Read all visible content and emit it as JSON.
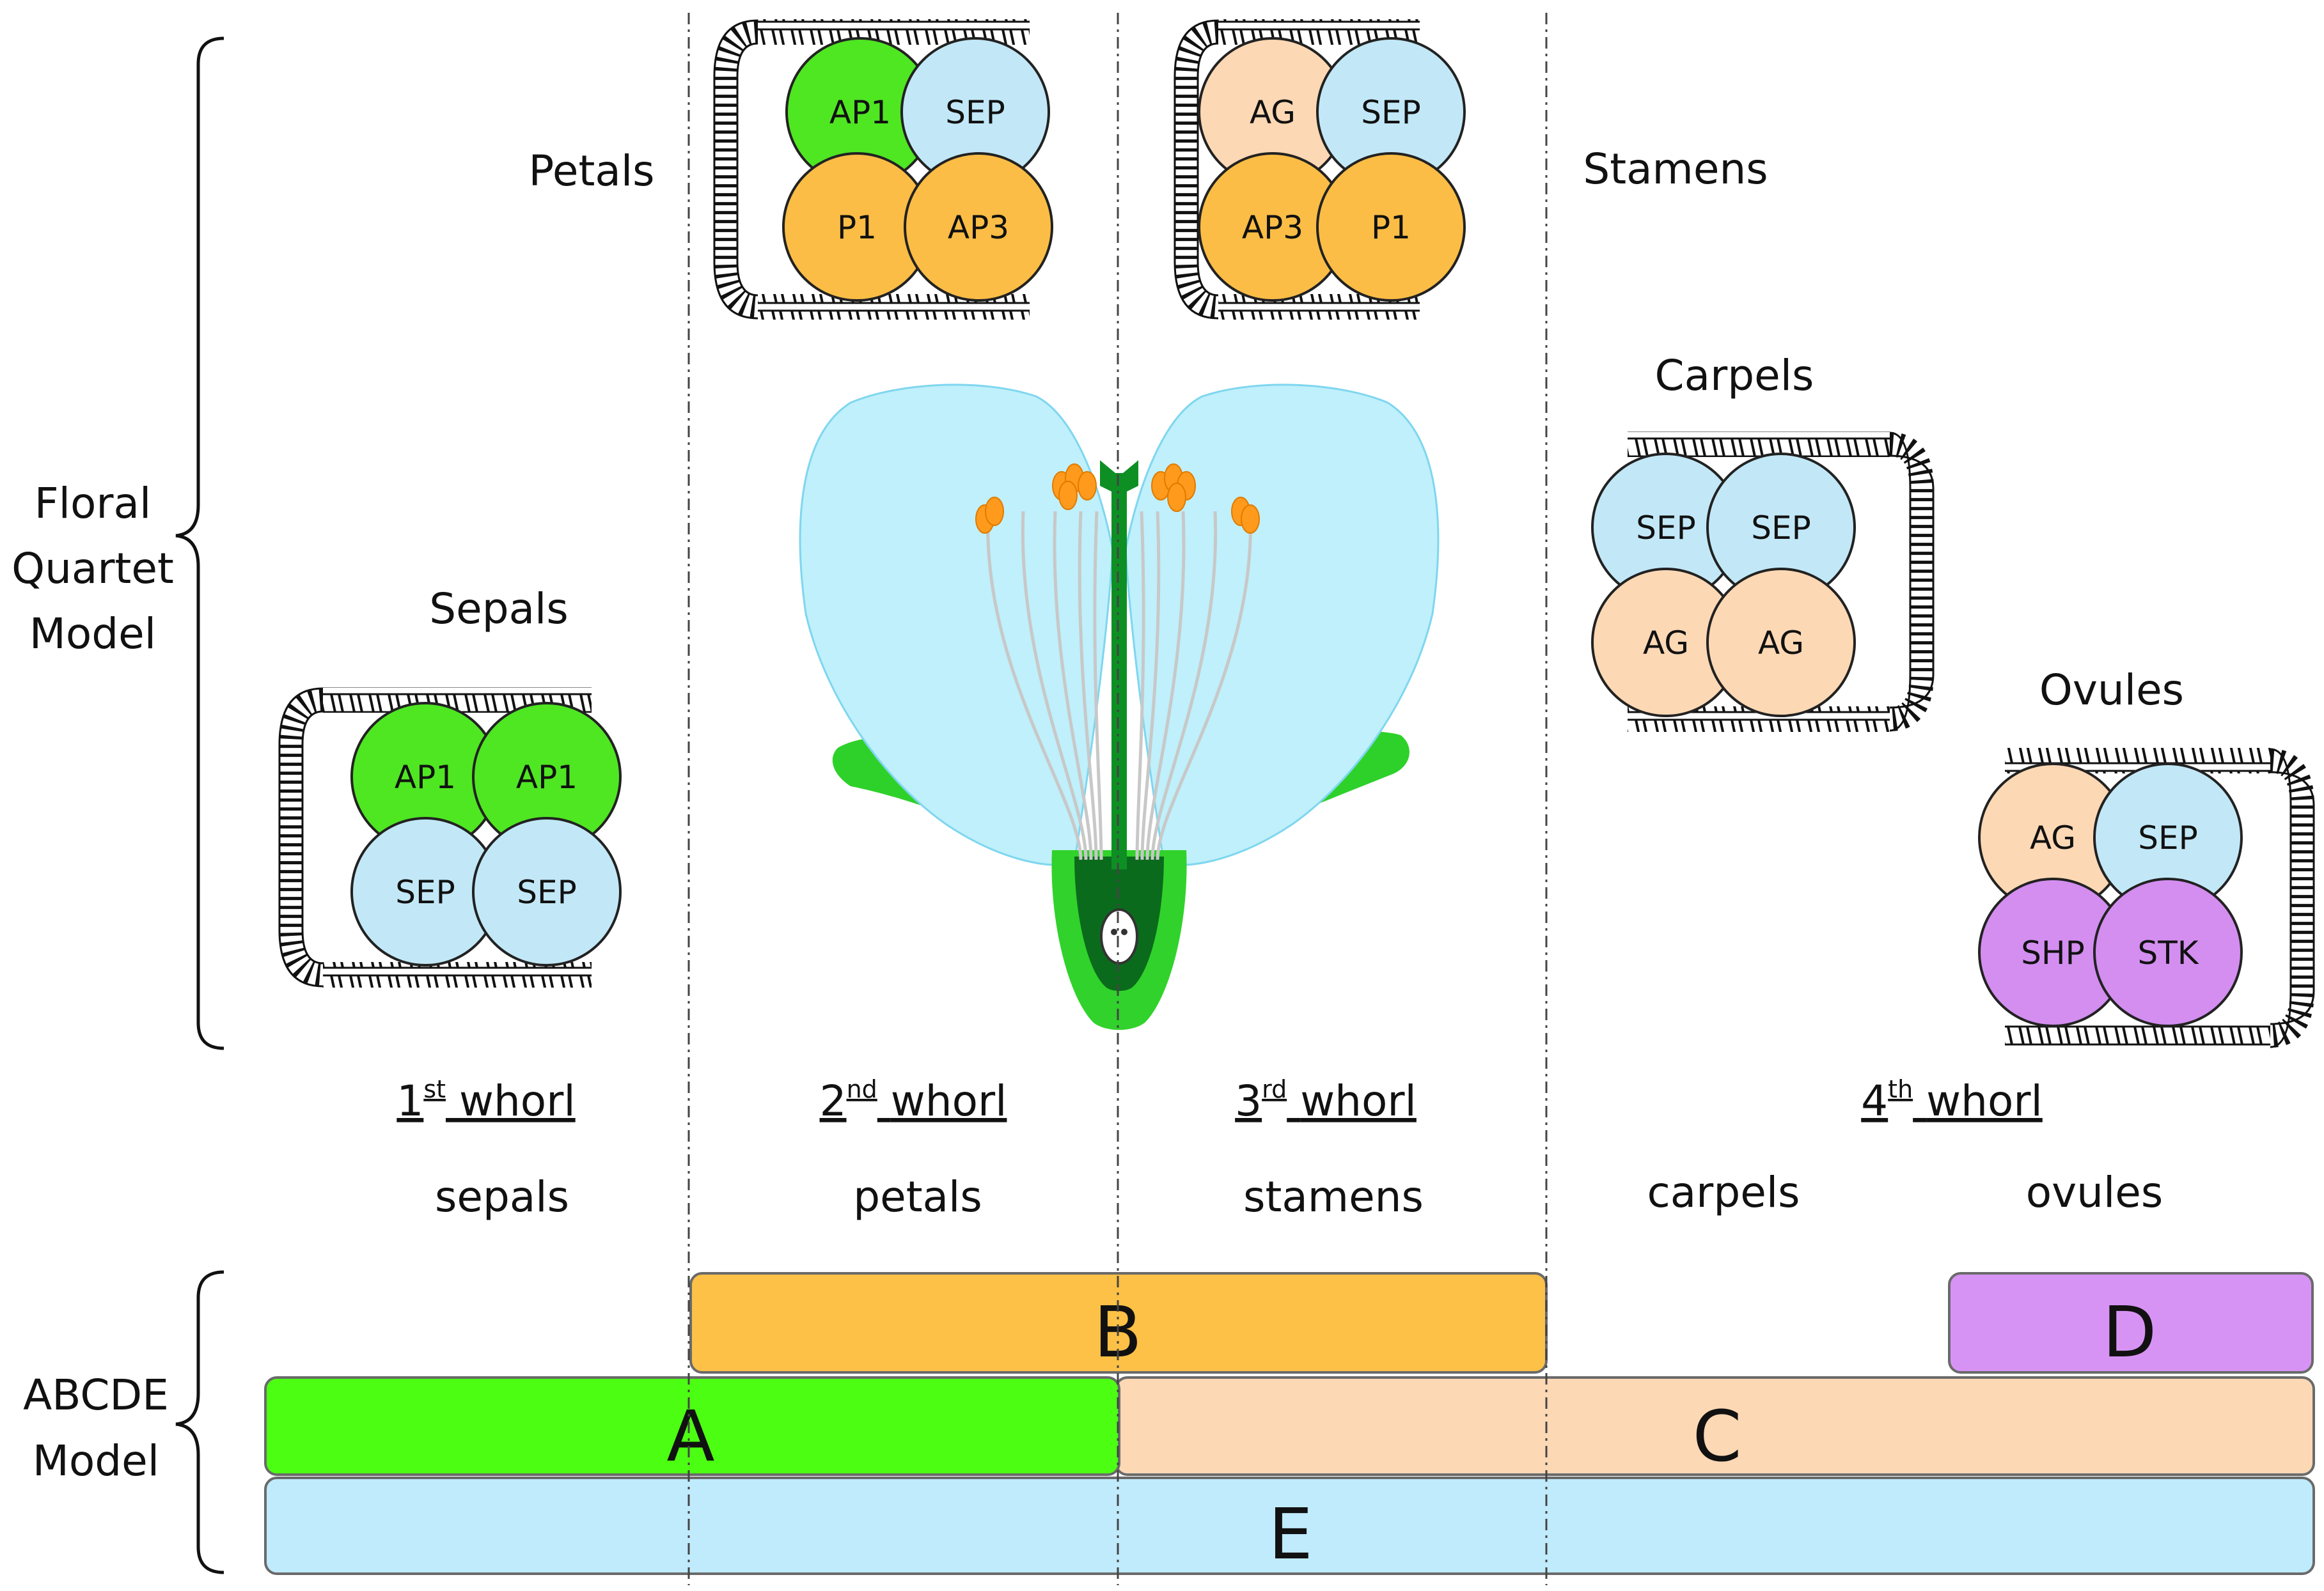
{
  "quartet_model": {
    "label_lines": [
      "Floral",
      "Quartet",
      "Model"
    ],
    "organ_labels": {
      "petals": "Petals",
      "stamens": "Stamens",
      "sepals": "Sepals",
      "carpels": "Carpels",
      "ovules": "Ovules"
    },
    "complexes": {
      "petals": [
        {
          "name": "AP1",
          "color": "#4fe622"
        },
        {
          "name": "SEP",
          "color": "#c2e8f7"
        },
        {
          "name": "P1",
          "color": "#fbbd45"
        },
        {
          "name": "AP3",
          "color": "#fbbd45"
        }
      ],
      "stamens": [
        {
          "name": "AG",
          "color": "#fdd8b4"
        },
        {
          "name": "SEP",
          "color": "#c2e8f7"
        },
        {
          "name": "AP3",
          "color": "#fbbd45"
        },
        {
          "name": "P1",
          "color": "#fbbd45"
        }
      ],
      "sepals": [
        {
          "name": "AP1",
          "color": "#4fe622"
        },
        {
          "name": "AP1",
          "color": "#4fe622"
        },
        {
          "name": "SEP",
          "color": "#c2e8f7"
        },
        {
          "name": "SEP",
          "color": "#c2e8f7"
        }
      ],
      "carpels": [
        {
          "name": "SEP",
          "color": "#c2e8f7"
        },
        {
          "name": "SEP",
          "color": "#c2e8f7"
        },
        {
          "name": "AG",
          "color": "#fdd8b4"
        },
        {
          "name": "AG",
          "color": "#fdd8b4"
        }
      ],
      "ovules": [
        {
          "name": "AG",
          "color": "#fdd8b4"
        },
        {
          "name": "SEP",
          "color": "#c2e8f7"
        },
        {
          "name": "SHP",
          "color": "#d38ef0"
        },
        {
          "name": "STK",
          "color": "#d38ef0"
        }
      ]
    }
  },
  "whorls": [
    {
      "num": "1",
      "sup": "st",
      "word": "whorl",
      "organs": [
        "sepals"
      ]
    },
    {
      "num": "2",
      "sup": "nd",
      "word": "whorl",
      "organs": [
        "petals"
      ]
    },
    {
      "num": "3",
      "sup": "rd",
      "word": "whorl",
      "organs": [
        "stamens"
      ]
    },
    {
      "num": "4",
      "sup": "th",
      "word": "whorl",
      "organs": [
        "carpels",
        "ovules"
      ]
    }
  ],
  "abcde_model": {
    "label_lines": [
      "ABCDE",
      "Model"
    ],
    "classes": [
      {
        "name": "A",
        "color": "#4cff12"
      },
      {
        "name": "B",
        "color": "#fcc146"
      },
      {
        "name": "C",
        "color": "#fdd8b4"
      },
      {
        "name": "D",
        "color": "#d793f4"
      },
      {
        "name": "E",
        "color": "#bfebfc"
      }
    ]
  },
  "colors": {
    "dna": "#111111",
    "petal_blue": "#bff0fb",
    "sepal_green": "#2ed12a",
    "stem_green": "#0d8f24",
    "anther_orange": "#ff9a1c"
  }
}
